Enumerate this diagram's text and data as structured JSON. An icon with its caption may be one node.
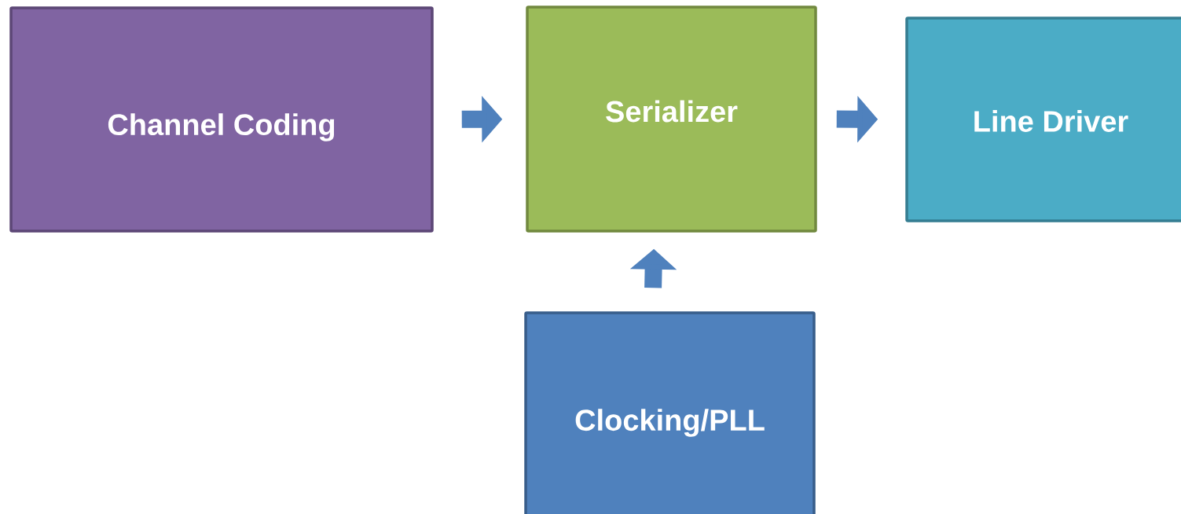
{
  "diagram": {
    "nodes": [
      {
        "text": [
          "Channel Coding"
        ]
      },
      {
        "text": [
          "Serializer"
        ]
      },
      {
        "text": [
          "Line Driver"
        ]
      },
      {
        "text": [
          "Clocking/PLL"
        ]
      }
    ],
    "edges": [
      {
        "from": 0,
        "to": 1,
        "arrow": "to"
      },
      {
        "from": 1,
        "to": 2,
        "arrow": "to"
      },
      {
        "from": 3,
        "to": 1,
        "arrow": "to"
      }
    ]
  }
}
